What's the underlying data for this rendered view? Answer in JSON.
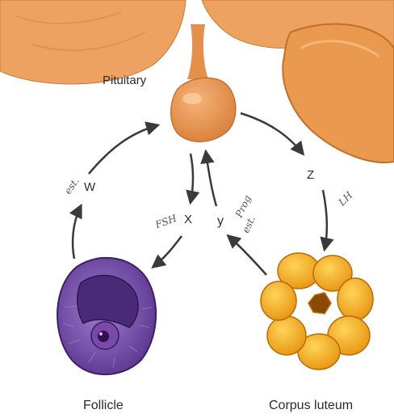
{
  "labels": {
    "pituitary": "Pituitary",
    "follicle": "Follicle",
    "corpus_luteum": "Corpus luteum",
    "w": "W",
    "x": "X",
    "y": "y",
    "z": "Z"
  },
  "annotations": {
    "w_note": "est.",
    "x_note": "FSH",
    "y_note_1": "Prog",
    "y_note_2": "est.",
    "z_note": "LH"
  },
  "colors": {
    "gland": "#eb9a55",
    "gland_dark": "#d9833c",
    "follicle": "#8a62b8",
    "follicle_dark": "#4e2c7a",
    "corpus_luteum": "#f2b229",
    "corpus_luteum_dark": "#d98c14",
    "arrow": "#3a3a3a"
  }
}
